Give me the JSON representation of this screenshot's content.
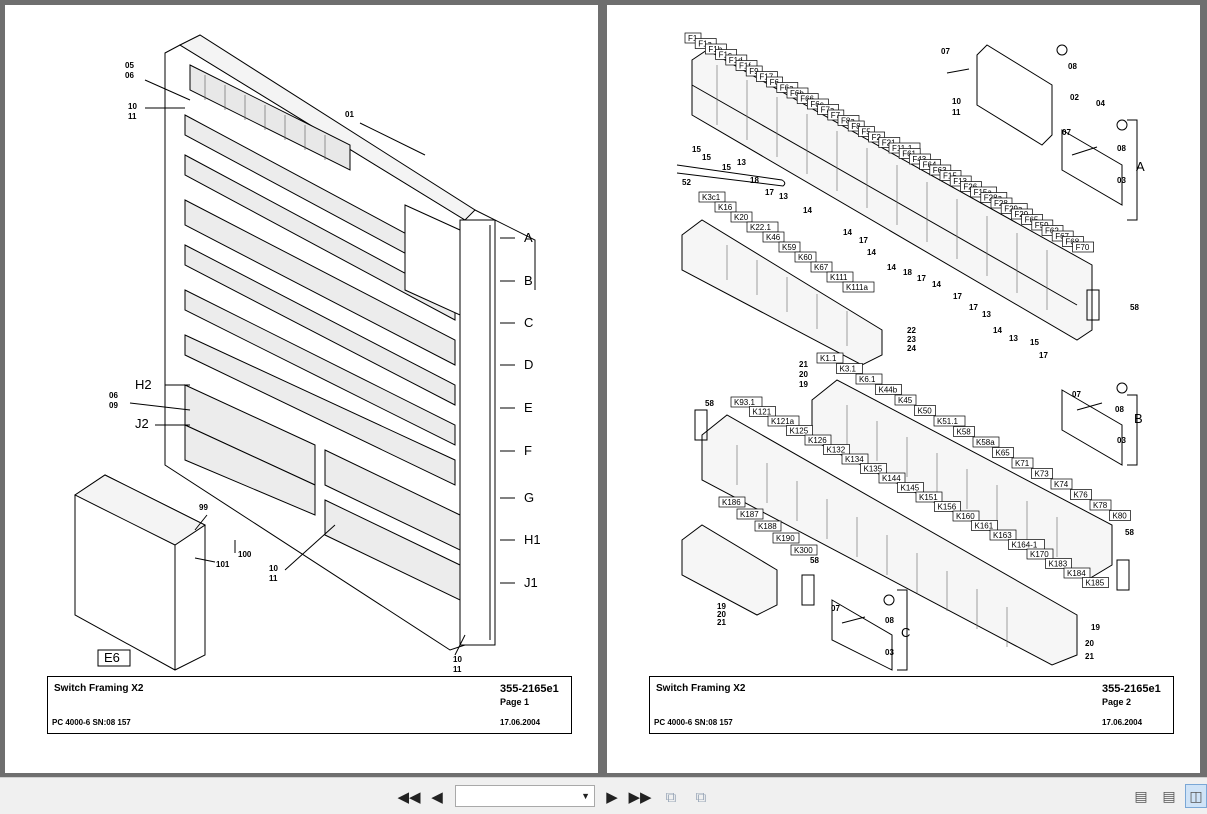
{
  "pages": [
    {
      "title": "Switch Framing X2",
      "code": "355-2165e1",
      "page": "Page 1",
      "machine": "PC 4000-6 SN:08 157",
      "date": "17.06.2004",
      "labels": {
        "n05": "05",
        "n06a": "06",
        "n10a": "10",
        "n11a": "11",
        "n01": "01",
        "A": "A",
        "B": "B",
        "C": "C",
        "D": "D",
        "E": "E",
        "F": "F",
        "G": "G",
        "H1": "H1",
        "J1": "J1",
        "H2": "H2",
        "J2": "J2",
        "n06b": "06",
        "n09": "09",
        "n99": "99",
        "n100": "100",
        "n101": "101",
        "n10b": "10",
        "n11b": "11",
        "n10c": "10",
        "n11c": "11",
        "E6": "E6"
      }
    },
    {
      "title": "Switch Framing X2",
      "code": "355-2165e1",
      "page": "Page 2",
      "machine": "PC 4000-6 SN:08 157",
      "date": "17.06.2004",
      "fuses": [
        "F1",
        "F1a",
        "F1b",
        "F1c",
        "F1d",
        "F1f",
        "F9",
        "F17",
        "F6",
        "F6a",
        "F6b",
        "F66",
        "F6c",
        "F7a",
        "F7",
        "F8a",
        "F8",
        "F5",
        "F2",
        "F21",
        "F11-1",
        "F61",
        "F43",
        "F64",
        "F63",
        "F15",
        "F13",
        "F26",
        "F15a",
        "F28a",
        "F28",
        "F29a",
        "F29",
        "F65",
        "F59",
        "F62",
        "F67",
        "F68",
        "F70"
      ],
      "relays_top": [
        "K3c1",
        "K16",
        "K20",
        "K22.1",
        "K46",
        "K59",
        "K60",
        "K67",
        "K111",
        "K111a"
      ],
      "relays_mid": [
        "K1.1",
        "K3.1",
        "K6.1",
        "K44b",
        "K45",
        "K50",
        "K51.1",
        "K58",
        "K58a",
        "K65",
        "K71",
        "K73",
        "K74",
        "K76",
        "K78",
        "K80"
      ],
      "relays_low": [
        "K93.1",
        "K121",
        "K121a",
        "K125",
        "K126",
        "K132",
        "K134",
        "K135",
        "K144",
        "K145",
        "K151",
        "K156",
        "K160",
        "K161",
        "K163",
        "K164-1",
        "K170",
        "K183",
        "K184",
        "K185"
      ],
      "relays_bottom": [
        "K186",
        "K187",
        "K188",
        "K190",
        "K300"
      ],
      "labels": {
        "n15a": "15",
        "n15b": "15",
        "n15c": "15",
        "n13a": "13",
        "n18": "18",
        "n17a": "17",
        "n13b": "13",
        "n52": "52",
        "n14a": "14",
        "n14b": "14",
        "n17b": "17",
        "n14c": "14",
        "n14d": "14",
        "n18b": "18",
        "n17c": "17",
        "n14e": "14",
        "n17d": "17",
        "n17e": "17",
        "n13c": "13",
        "n14f": "14",
        "n13d": "13",
        "n15d": "15",
        "n17f": "17",
        "n07a": "07",
        "n08a": "08",
        "n10": "10",
        "n11": "11",
        "n02": "02",
        "n04": "04",
        "n07b": "07",
        "n08b": "08",
        "n03a": "03",
        "A": "A",
        "n58a": "58",
        "n22": "22",
        "n23": "23",
        "n24": "24",
        "n21a": "21",
        "n20a": "20",
        "n19a": "19",
        "n07c": "07",
        "n08c": "08",
        "n03b": "03",
        "B": "B",
        "n58b": "58",
        "n58c": "58",
        "n58d": "58",
        "n19b": "19",
        "n20b": "20",
        "n21b": "21",
        "n07d": "07",
        "n08d": "08",
        "n03c": "03",
        "C": "C",
        "n19c": "19",
        "n20c": "20",
        "n21c": "21"
      }
    }
  ],
  "toolbar": {
    "first_icon": "first-page-icon",
    "prev_icon": "previous-page-icon",
    "page_select_value": "",
    "next_icon": "next-page-icon",
    "last_icon": "last-page-icon",
    "view_icons": [
      "single-page-icon",
      "continuous-page-icon",
      "two-page-icon"
    ]
  }
}
